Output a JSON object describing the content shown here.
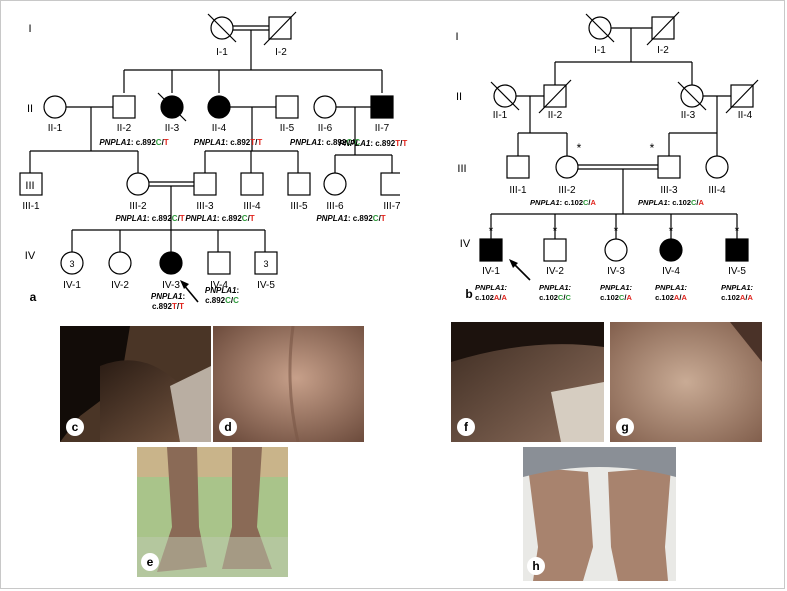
{
  "panel_a": {
    "label": "a",
    "generations": [
      "I",
      "II",
      "III",
      "IV"
    ],
    "individuals": {
      "I1": "I-1",
      "I2": "I-2",
      "II1": "II-1",
      "II2": "II-2",
      "II3": "II-3",
      "II4": "II-4",
      "II5": "II-5",
      "II6": "II-6",
      "II7": "II-7",
      "III1": "III-1",
      "III2": "III-2",
      "III3": "III-3",
      "III4": "III-4",
      "III5": "III-5",
      "III6": "III-6",
      "III7": "III-7",
      "IV1": "IV-1",
      "IV2": "IV-2",
      "IV3": "IV-3",
      "IV4": "IV-4",
      "IV5": "IV-5"
    },
    "count_IV1": "3",
    "count_IV5": "3",
    "gene": "PNPLA1",
    "prefix": ": c.892",
    "genotypes": {
      "II2": {
        "a1": "C",
        "a2": "T"
      },
      "II4": {
        "a1": "T",
        "a2": "T"
      },
      "II6": {
        "a1": "C",
        "a2": "C"
      },
      "II7": {
        "a1": "T",
        "a2": "T"
      },
      "III2": {
        "a1": "C",
        "a2": "T"
      },
      "III3": {
        "a1": "C",
        "a2": "T"
      },
      "III6": {
        "a1": "C",
        "a2": "T"
      },
      "IV3": {
        "a1": "T",
        "a2": "T"
      },
      "IV4": {
        "a1": "C",
        "a2": "C"
      }
    },
    "prefix_split": "c.892"
  },
  "panel_b": {
    "label": "b",
    "generations": [
      "I",
      "II",
      "III",
      "IV"
    ],
    "individuals": {
      "I1": "I-1",
      "I2": "I-2",
      "II1": "II-1",
      "II2": "II-2",
      "II3": "II-3",
      "II4": "II-4",
      "III1": "III-1",
      "III2": "III-2",
      "III3": "III-3",
      "III4": "III-4",
      "IV1": "IV-1",
      "IV2": "IV-2",
      "IV3": "IV-3",
      "IV4": "IV-4",
      "IV5": "IV-5"
    },
    "star": "*",
    "gene": "PNPLA1",
    "prefix": ": c.102",
    "gene_colon": "PNPLA1:",
    "prefix_split": "c.102",
    "genotypes": {
      "III2": {
        "a1": "C",
        "a2": "A"
      },
      "III3": {
        "a1": "C",
        "a2": "A"
      },
      "IV1": {
        "a1": "A",
        "a2": "A"
      },
      "IV2": {
        "a1": "C",
        "a2": "C"
      },
      "IV3": {
        "a1": "C",
        "a2": "A"
      },
      "IV4": {
        "a1": "A",
        "a2": "A"
      },
      "IV5": {
        "a1": "A",
        "a2": "A"
      }
    }
  },
  "photos": {
    "c": "c",
    "d": "d",
    "e": "e",
    "f": "f",
    "g": "g",
    "h": "h"
  },
  "colors": {
    "allele_C": "#2e9a3c",
    "allele_T": "#e0231c",
    "allele_A": "#e0231c"
  }
}
